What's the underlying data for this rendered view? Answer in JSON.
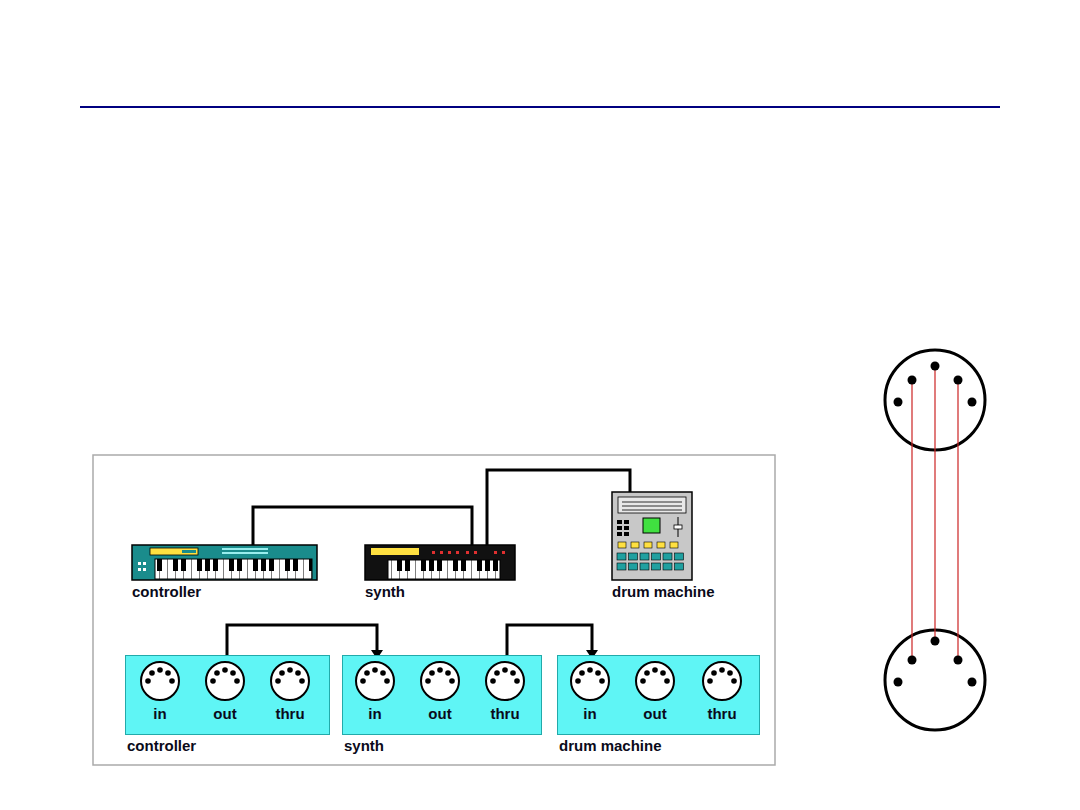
{
  "diagram": {
    "nodes": [
      {
        "text": [
          "controller"
        ]
      },
      {
        "text": [
          "synth"
        ]
      },
      {
        "text": [
          "drum machine"
        ]
      },
      {
        "text": [
          "controller"
        ]
      },
      {
        "text": [
          "in"
        ],
        "in": 3
      },
      {
        "text": [
          "out"
        ],
        "in": 3
      },
      {
        "text": [
          "thru"
        ],
        "in": 3
      },
      {
        "text": [
          "synth"
        ]
      },
      {
        "text": [
          "in"
        ],
        "in": 7
      },
      {
        "text": [
          "out"
        ],
        "in": 7
      },
      {
        "text": [
          "thru"
        ],
        "in": 7
      },
      {
        "text": [
          "drum machine"
        ]
      },
      {
        "text": [
          "in"
        ],
        "in": 11
      },
      {
        "text": [
          "out"
        ],
        "in": 11
      },
      {
        "text": [
          "thru"
        ],
        "in": 11
      }
    ],
    "edges": [
      {
        "from": 0,
        "to": 1,
        "arrow": "none"
      },
      {
        "from": 1,
        "to": 2,
        "arrow": "none"
      },
      {
        "from": 5,
        "to": 8,
        "arrow": "to"
      },
      {
        "from": 10,
        "to": 12,
        "arrow": "to"
      }
    ]
  }
}
